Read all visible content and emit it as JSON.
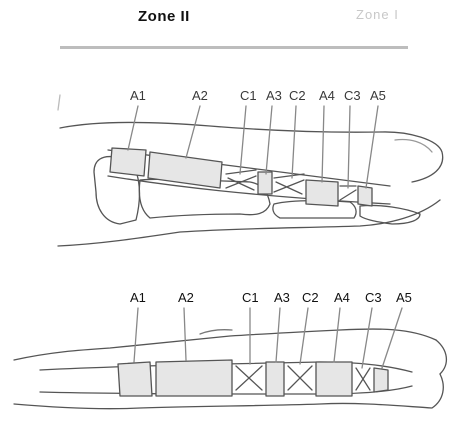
{
  "header": {
    "title": "Zone II",
    "faint_label": "Zone I"
  },
  "diagram_top": {
    "labels": [
      "A1",
      "A2",
      "C1",
      "A3",
      "C2",
      "A4",
      "C3",
      "A5"
    ]
  },
  "diagram_bottom": {
    "labels": [
      "A1",
      "A2",
      "C1",
      "A3",
      "C2",
      "A4",
      "C3",
      "A5"
    ]
  },
  "colors": {
    "outline": "#555555",
    "pulley_fill": "#e6e6e6",
    "rule": "#bdbdbd"
  }
}
